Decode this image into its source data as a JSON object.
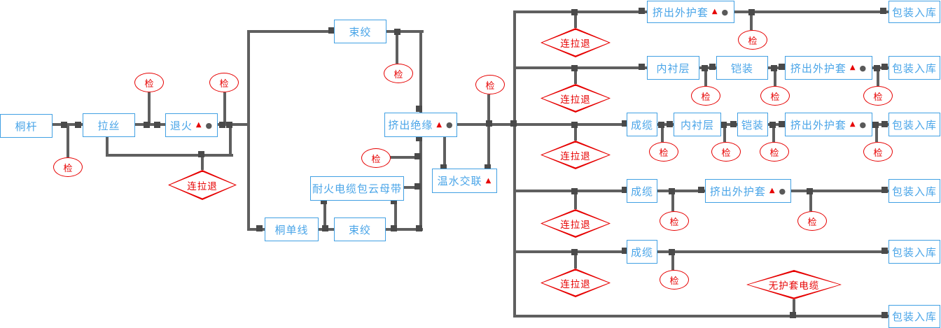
{
  "diagram": {
    "kind": "cable-manufacturing-process-flowchart",
    "process_labels": {
      "copper_rod": "桐杆",
      "wire_drawing": "拉丝",
      "annealing": "退火",
      "bunching": "束绞",
      "fire_mica_tape": "耐火电缆包云母带",
      "copper_single_wire": "桐单线",
      "insulation_extrusion": "挤出绝缘",
      "warm_water_crosslink": "温水交联",
      "cabling": "成缆",
      "inner_lining": "内衬层",
      "armoring": "铠装",
      "outer_sheath_extrusion": "挤出外护套",
      "packing_warehouse": "包装入库",
      "inspection": "检",
      "continuous_draw_anneal": "连拉退",
      "unsheathed_cable": "无护套电缆"
    },
    "markers": {
      "triangle": "▲",
      "dot": "●"
    },
    "colors": {
      "box_border": "#41a0e3",
      "box_text": "#4aa5e8",
      "red": "#e60000",
      "line": "#5f5f5f",
      "connection_point": "#4a4a4a",
      "background": "#ffffff"
    }
  }
}
